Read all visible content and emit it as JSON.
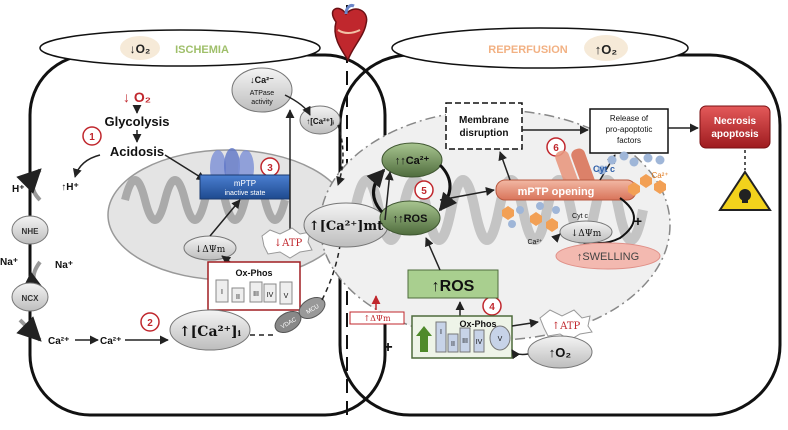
{
  "header": {
    "ischemia_o2": "↓O₂",
    "ischemia_label": "ISCHEMIA",
    "reperfusion_label": "REPERFUSION",
    "reperfusion_o2": "↑O₂"
  },
  "ischemia": {
    "o2_down": "↓ O₂",
    "glycolysis": "Glycolysis",
    "acidosis": "Acidosis",
    "h_up": "↑H⁺",
    "h_plus": "H⁺",
    "nhe": "NHE",
    "na_left": "Na⁺",
    "na_right": "Na⁺",
    "ncx": "NCX",
    "ca_out": "Ca²⁺",
    "ca_in": "Ca²⁺",
    "ca_i": "↑[Ca²⁺]ᵢ",
    "vdac": "VDAC",
    "mcu": "MCU",
    "atpase_ca": "↓Ca²⁻",
    "atpase_line1": "ATPase",
    "atpase_line2": "activity",
    "ca_i_small": "↑[Ca²⁺]ᵢ",
    "mptp_title": "mPTP",
    "mptp_state": "inactive state",
    "dpsi": "↓ΔΨm",
    "atp": "↓ATP",
    "oxphos": "Ox-Phos",
    "complexes": [
      "I",
      "II",
      "III",
      "IV",
      "V"
    ],
    "steps": [
      "1",
      "2",
      "3"
    ]
  },
  "center": {
    "ca_mt": "↑[Ca²⁺]mt"
  },
  "reperfusion": {
    "ca_mito": "↑↑Ca²⁺",
    "ros_mito": "↑↑ROS",
    "ros_big": "↑ROS",
    "membrane": "Membrane disruption",
    "release": "Release of pro-apoptotic factors",
    "necrosis": "Necrosis apoptosis",
    "mptp_opening": "mPTP opening",
    "cyt_c": "Cyt c",
    "ca_orange": "Ca²⁺",
    "cyt_c_small": "Cyt c",
    "ca_small": "Ca²⁺",
    "dpsi": "↓ΔΨm",
    "swelling": "↑SWELLING",
    "dpsi_up": "↑ΔΨm",
    "oxphos": "Ox-Phos",
    "complexes": [
      "I",
      "II",
      "III",
      "IV",
      "V"
    ],
    "atp_up": "↑ATP",
    "o2_up": "↑O₂",
    "plus": "+",
    "plus_right": "+",
    "steps": [
      "4",
      "5",
      "6"
    ]
  },
  "colors": {
    "red": "#c0272d",
    "green_dark": "#4e6b3c",
    "green_light": "#a9cf8f",
    "salmon": "#e8987f",
    "blue_mptp": "#2f5fa8",
    "orange_header": "#f2b183",
    "ischemia_green": "#9fbf6a"
  }
}
